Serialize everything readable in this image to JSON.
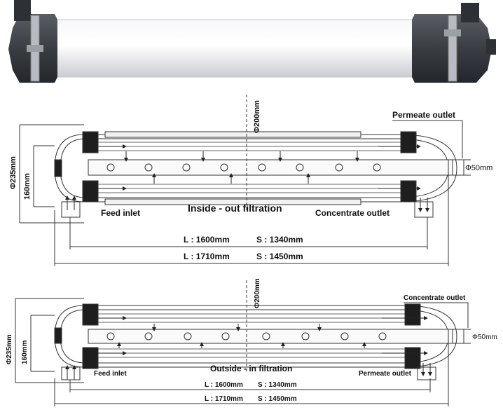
{
  "top": {
    "title": "Inside - out filtration",
    "label_diameter": "Φ200mm",
    "label_outer": "Φ235mm",
    "label_height": "160mm",
    "label_port": "Φ50mm",
    "label_outlet": "Permeate outlet",
    "label_feed": "Feed inlet",
    "label_conc": "Concentrate outlet",
    "dim1_L": "L : 1600mm",
    "dim1_S": "S : 1340mm",
    "dim2_L": "L : 1710mm",
    "dim2_S": "S : 1450mm"
  },
  "bottom": {
    "title": "Outside - in filtration",
    "label_diameter": "Φ200mm",
    "label_outer": "Φ235mm",
    "label_height": "160mm",
    "label_port": "Φ50mm",
    "label_outlet": "Concentrate outlet",
    "label_feed": "Feed inlet",
    "label_permeate": "Permeate outlet",
    "dim1_L": "L : 1600mm",
    "dim1_S": "S : 1340mm",
    "dim2_L": "L : 1710mm",
    "dim2_S": "S : 1450mm"
  },
  "colors": {
    "tube_body": "#eef0f3",
    "end_cap": "#3a3d42",
    "line": "#333333",
    "potting": "#1e1e1e"
  }
}
